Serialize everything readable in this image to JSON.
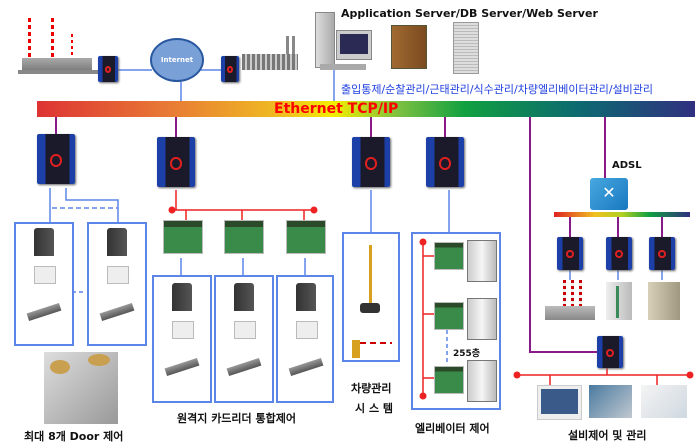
{
  "server_header": "Application Server/DB Server/Web Server",
  "services_line": "출입통제/순찰관리/근태관리/식수관리/차량엘리베이터관리/설비관리",
  "bus": {
    "label": "Ethernet TCP/IP",
    "label_color": "#ff0000",
    "gradient": [
      "#dd3333",
      "#e87a35",
      "#f0c020",
      "#f3ee00",
      "#7cc040",
      "#10a040",
      "#0c6a70",
      "#303080"
    ]
  },
  "internet": {
    "label": "Internet",
    "color": "#7aa0d8"
  },
  "adsl": {
    "label": "ADSL"
  },
  "elevator": {
    "floors_label": "255층"
  },
  "sections": {
    "door": "최대 8개 Door 제어",
    "remote_reader": "원격지 카드리더 통합제어",
    "parking_line1": "차량관리",
    "parking_line2": "시 스 템",
    "elevator": "엘리베이터 제어",
    "facility": "설비제어 및 관리"
  },
  "colors": {
    "link_blue": "#5b86e8",
    "link_purple": "#8a1a8a",
    "rs485_red": "#ee2222",
    "controller_blue": "#1c3fa8"
  }
}
